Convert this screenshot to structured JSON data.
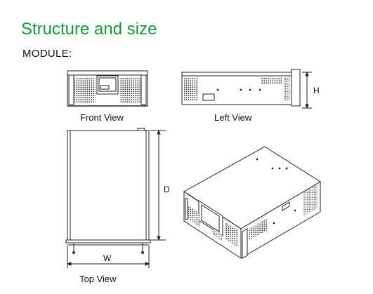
{
  "title": "Structure and size",
  "subtitle": "MODULE:",
  "views": {
    "front": "Front View",
    "left": "Left View",
    "top": "Top View"
  },
  "dimensions": {
    "height": "H",
    "depth": "D",
    "width": "W"
  },
  "colors": {
    "title": "#1a9a3a",
    "line": "#222222"
  }
}
